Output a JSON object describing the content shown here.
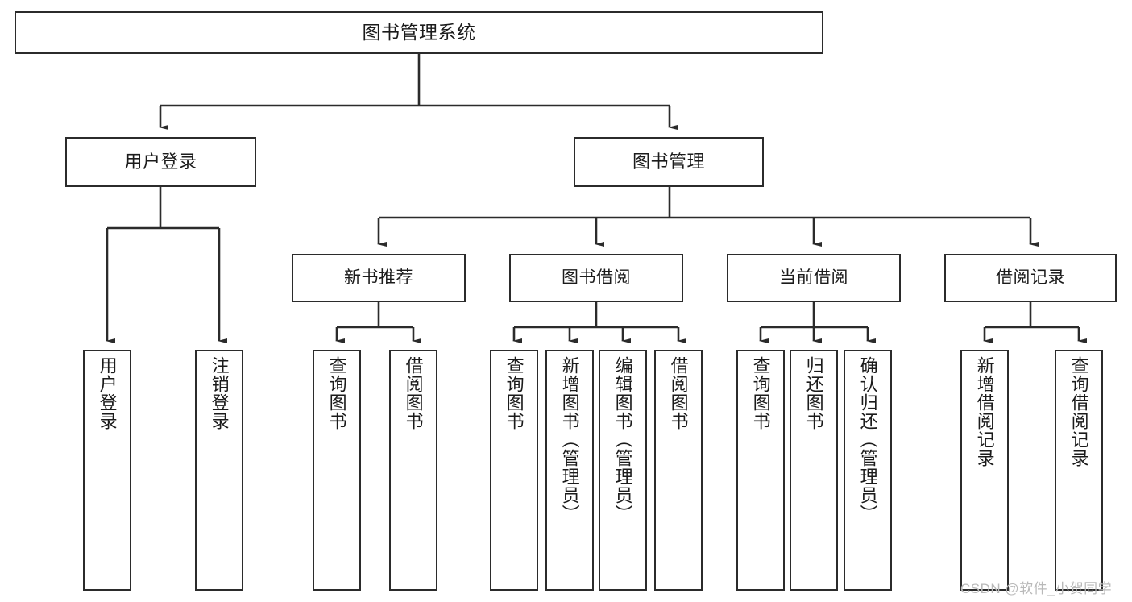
{
  "diagram": {
    "title": "图书管理系统",
    "type": "tree-hierarchy-chart",
    "line_color": "#2b2b2b",
    "box_fill": "#ffffff",
    "background": "#ffffff"
  },
  "root": {
    "label": "图书管理系统"
  },
  "level1": [
    {
      "label": "用户登录"
    },
    {
      "label": "图书管理"
    }
  ],
  "level2": [
    {
      "label": "新书推荐"
    },
    {
      "label": "图书借阅"
    },
    {
      "label": "当前借阅"
    },
    {
      "label": "借阅记录"
    }
  ],
  "leaves": {
    "user_login": [
      {
        "label": "用户登录"
      },
      {
        "label": "注销登录"
      }
    ],
    "new_book_recommend": [
      {
        "label": "查询图书"
      },
      {
        "label": "借阅图书"
      }
    ],
    "book_borrow": [
      {
        "label": "查询图书"
      },
      {
        "label": "新增图书（管理员）"
      },
      {
        "label": "编辑图书（管理员）"
      },
      {
        "label": "借阅图书"
      }
    ],
    "current_borrow": [
      {
        "label": "查询图书"
      },
      {
        "label": "归还图书"
      },
      {
        "label": "确认归还（管理员）"
      }
    ],
    "borrow_record": [
      {
        "label": "新增借阅记录"
      },
      {
        "label": "查询借阅记录"
      }
    ]
  },
  "watermark": {
    "text": "CSDN @软件_小贺同学"
  }
}
